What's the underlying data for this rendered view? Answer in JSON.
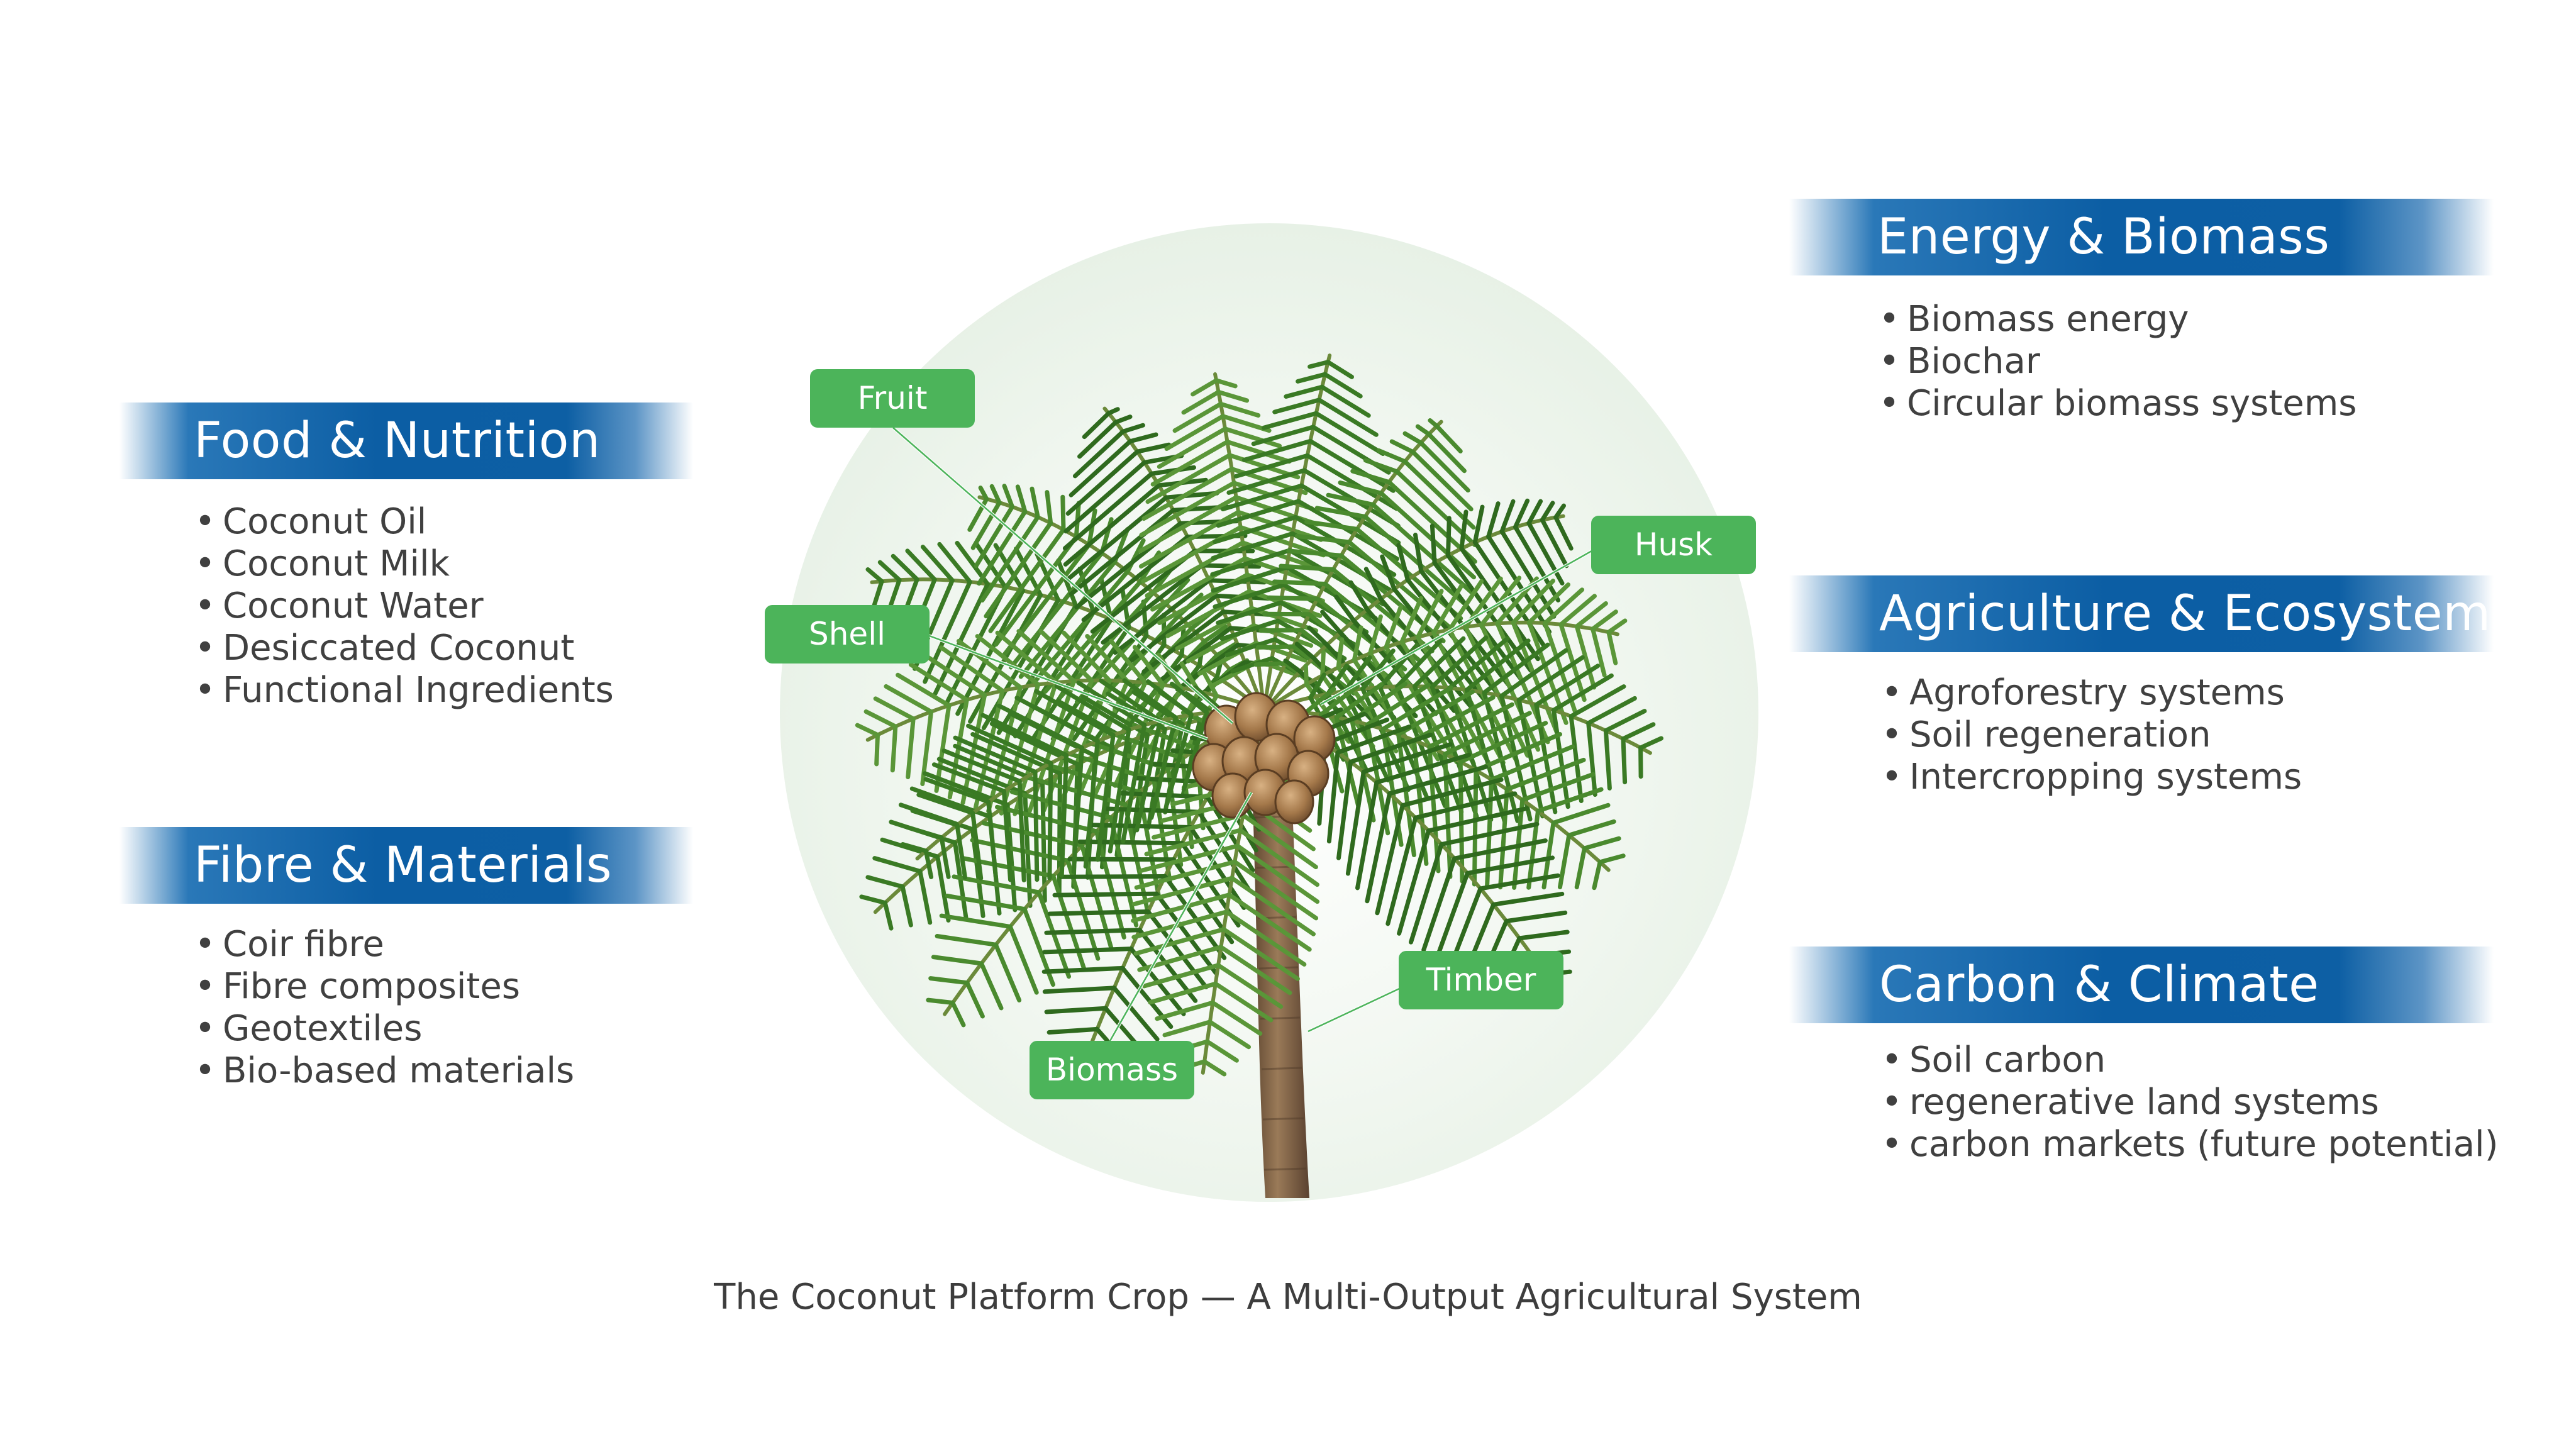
{
  "categories": {
    "food": {
      "title": "Food & Nutrition",
      "items": [
        "Coconut Oil",
        "Coconut Milk",
        "Coconut Water",
        "Desiccated Coconut",
        "Functional Ingredients"
      ]
    },
    "fibre": {
      "title": "Fibre & Materials",
      "items": [
        "Coir fibre",
        "Fibre composites",
        "Geotextiles",
        "Bio-based materials"
      ]
    },
    "energy": {
      "title": "Energy & Biomass",
      "items": [
        "Biomass energy",
        "Biochar",
        "Circular biomass systems"
      ]
    },
    "agri": {
      "title": "Agriculture & Ecosystem",
      "items": [
        "Agroforestry systems",
        "Soil regeneration",
        "Intercropping systems"
      ]
    },
    "carbon": {
      "title": "Carbon & Climate",
      "items": [
        "Soil carbon",
        "regenerative land systems",
        "carbon markets (future potential)"
      ]
    }
  },
  "tree_labels": {
    "fruit": "Fruit",
    "shell": "Shell",
    "husk": "Husk",
    "timber": "Timber",
    "biomass": "Biomass"
  },
  "caption": "The Coconut Platform Crop — A Multi-Output Agricultural System",
  "colors": {
    "banner_blue": "#0c5ea4",
    "label_green": "#4cb45a",
    "circle_bg": "#eaf3ea",
    "frond_green": "#3f7d2a",
    "trunk_brown": "#8a6a48",
    "nut_brown": "#a87e4e"
  }
}
